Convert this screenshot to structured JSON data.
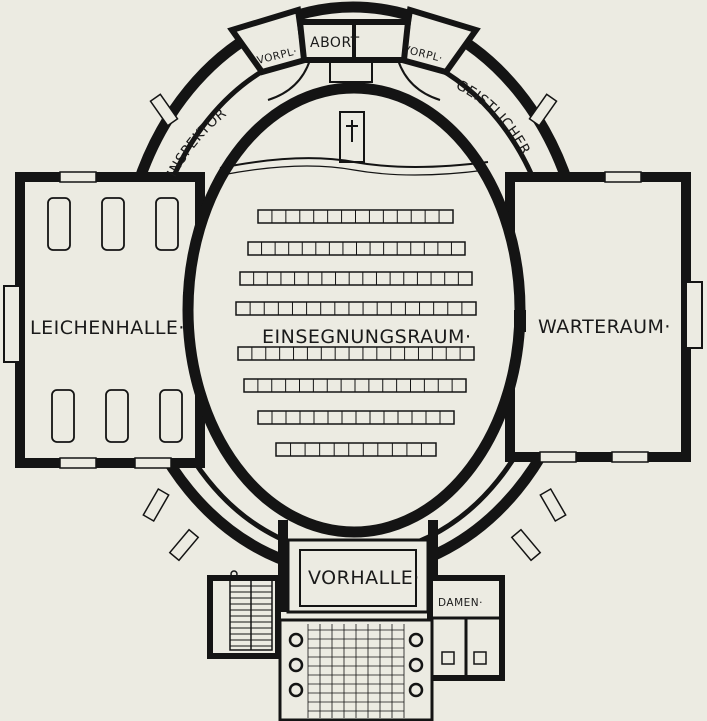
{
  "colors": {
    "paper": "#ecebe2",
    "ink": "#141414"
  },
  "labels": {
    "leichenhalle": "LEICHENHALLE·",
    "einsegnungsraum": "EINSEGNUNGSRAUM·",
    "warteraum": "WARTERAUM·",
    "vorhalle": "VORHALLE·",
    "damen": "DAMEN·",
    "inspektor": "INSPEKTOR",
    "geistlicher": "GEISTLICHER",
    "vorpl_left": "VORPL·",
    "vorpl_right": "VORPL·",
    "abort": "ABORT"
  },
  "icons": {
    "altar": "cross-icon"
  }
}
